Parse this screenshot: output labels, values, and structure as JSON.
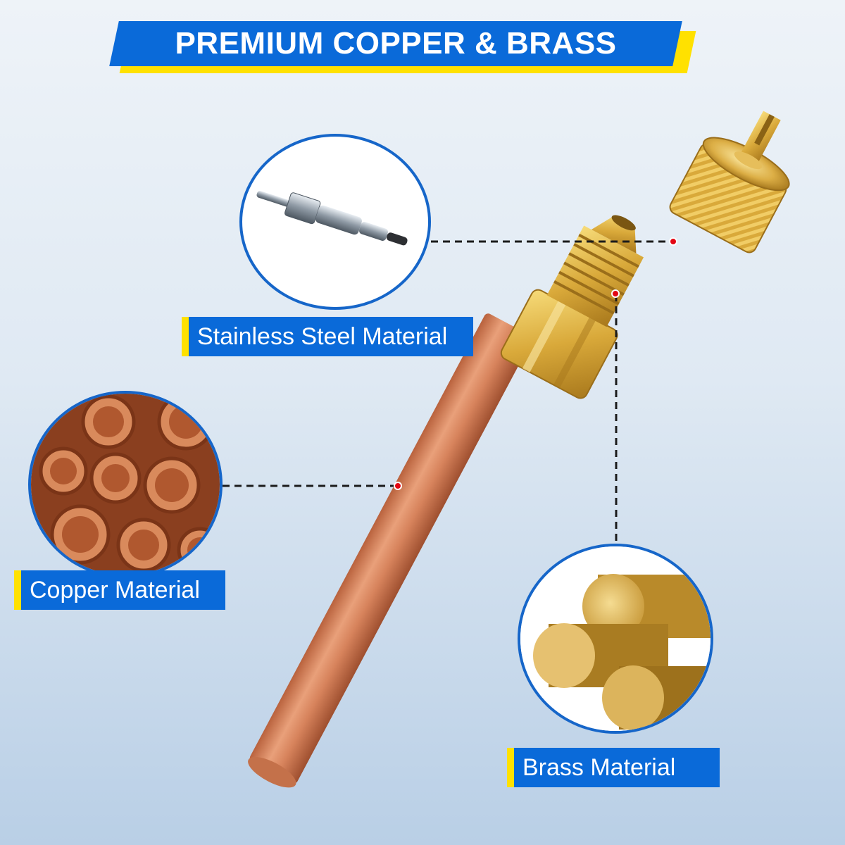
{
  "banner": {
    "title": "PREMIUM COPPER & BRASS"
  },
  "labels": {
    "stainless": "Stainless Steel Material",
    "copper": "Copper Material",
    "brass": "Brass Material"
  },
  "colors": {
    "accent_blue": "#0a6ad9",
    "accent_yellow": "#ffe100",
    "callout_dot": "#e30613"
  }
}
